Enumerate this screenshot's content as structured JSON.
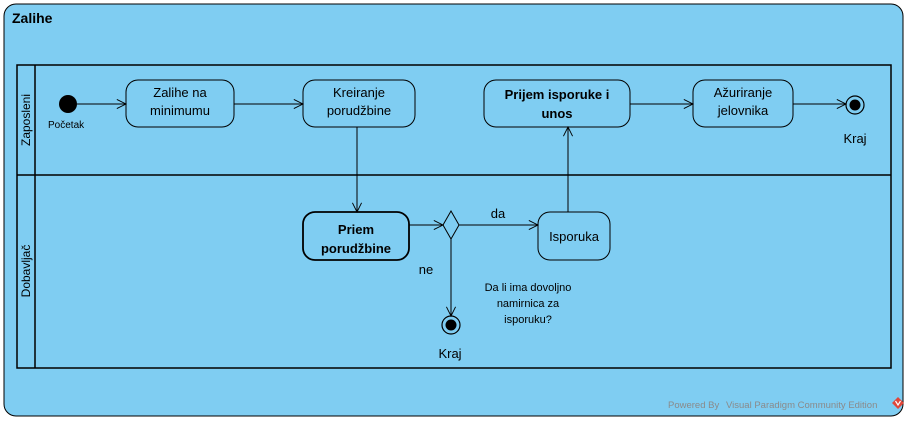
{
  "frame": {
    "title": "Zalihe"
  },
  "lanes": [
    {
      "label": "Zaposleni"
    },
    {
      "label": "Dobavljač"
    }
  ],
  "nodes": {
    "start_label": "Početak",
    "zalihe": [
      "Zalihe na",
      "minimumu"
    ],
    "kreiranje": [
      "Kreiranje",
      "porudžbine"
    ],
    "prijem_isporuke": [
      "Prijem isporuke i",
      "unos"
    ],
    "azuriranje": [
      "Ažuriranje",
      "jelovnika"
    ],
    "end_top_label": "Kraj",
    "priem": [
      "Priem",
      "porudžbine"
    ],
    "isporuka": "Isporuka",
    "end_bottom_label": "Kraj"
  },
  "edges": {
    "da": "da",
    "ne": "ne",
    "question": [
      "Da li ima dovoljno",
      "namirnica za",
      "isporuku?"
    ]
  },
  "watermark": {
    "prefix": "Powered By",
    "product": "Visual Paradigm Community Edition"
  },
  "colors": {
    "background": "#7fcdf2",
    "border": "#000000",
    "text": "#000000",
    "watermark": "#8a8a8a",
    "logo": "#e0463a"
  }
}
